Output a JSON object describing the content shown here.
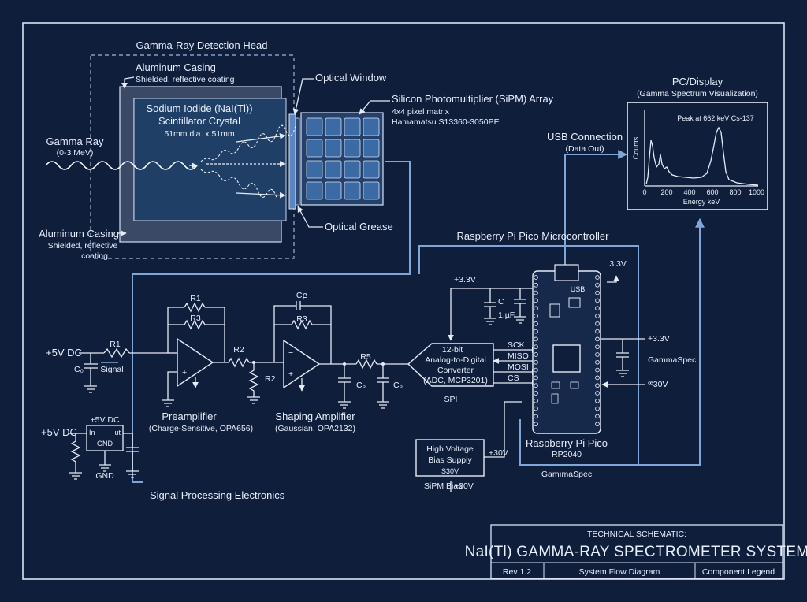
{
  "colors": {
    "background": "#0f1e3a",
    "line": "#e6ecf8",
    "accent_blue": "#7fa6d6",
    "crystal": "#1f3f66"
  },
  "detector": {
    "head_label": "Gamma-Ray Detection Head",
    "casing_top_title": "Aluminum Casing",
    "casing_top_sub": "Shielded, reflective coating",
    "crystal_line1": "Sodium Iodide (NaI(Tl))",
    "crystal_line2": "Scintillator Crystal",
    "crystal_line3": "51mm dia. x 51mm",
    "gamma_title": "Gamma Ray",
    "gamma_sub": "(0-3 MeV)",
    "casing_bottom_title": "Aluminum Casing",
    "casing_bottom_sub1": "Shielded, reflective",
    "casing_bottom_sub2": "coating",
    "optical_window": "Optical Window",
    "optical_grease": "Optical Grease",
    "sipm_title": "Silicon Photomultiplier (SiPM) Array",
    "sipm_sub1": "4x4 pixel matrix",
    "sipm_sub2": "Hamamatsu S13360-3050PE"
  },
  "display": {
    "title": "PC/Display",
    "subtitle": "(Gamma Spectrum Visualization)",
    "peak_label": "Peak at 662 keV Cs-137",
    "ylabel": "Counts",
    "xlabel": "Energy keV",
    "ticks": [
      "0",
      "200",
      "400",
      "600",
      "800",
      "1000"
    ]
  },
  "usb": {
    "title": "USB Connection",
    "sub": "(Data Out)"
  },
  "mcu": {
    "section_title": "Raspberry Pi Pico Microcontroller",
    "board_name": "Raspberry Pi Pico",
    "chip": "RP2040",
    "v33_top": "3.3V",
    "v33_left": "+3.3V",
    "v33_right": "+3.3V",
    "gammaspec_right": "GammaSpec",
    "v30_right": "ꟹ30V",
    "gammaspec_bottom": "GamımaSpec",
    "cap_label": "C",
    "cap_value": "1.µF",
    "usb_silk": "USB"
  },
  "adc": {
    "line1": "12-bit",
    "line2": "Analog-to-Digital",
    "line3": "Converter",
    "line4": "(ADC, MCP3201)",
    "bus": "SPI",
    "pins": [
      "SCK",
      "MISO",
      "MOSI",
      "CS"
    ]
  },
  "analog": {
    "input_v": "+5V DC",
    "r1": "R1",
    "c0": "C₀",
    "signal": "Signal",
    "pre_r1": "R1",
    "pre_r3": "R3",
    "r2": "R2",
    "r2b": "R2",
    "cf": "Cբ",
    "amp_r3": "R3",
    "r5": "R5",
    "cp1": "Cₚ",
    "cp2": "Cₚ",
    "pre_title": "Preamplifier",
    "pre_sub": "(Charge-Sensitive, OPA656)",
    "shape_title": "Shaping Amplifier",
    "shape_sub": "(Gaussian, OPA2132)",
    "reg_input": "+5V DC",
    "reg_title": "+5V DC",
    "reg_in": "In",
    "reg_out": "ut",
    "reg_gnd": "GND",
    "gnd": "GND",
    "section_title": "Signal Processing Electronics"
  },
  "hv": {
    "line1": "High Voltage",
    "line2": "Bias Suppiy",
    "line3": "S30V",
    "out": "+30V",
    "bias": "SiPM Bias",
    "bias_v": "+30V"
  },
  "title_block": {
    "heading": "TECHNICAL SCHEMATIC:",
    "title": "NaI(Tl) GAMMA-RAY SPECTROMETER SYSTEM",
    "rev": "Rev 1.2",
    "flow": "System Flow Diagram",
    "legend": "Component Legend"
  }
}
